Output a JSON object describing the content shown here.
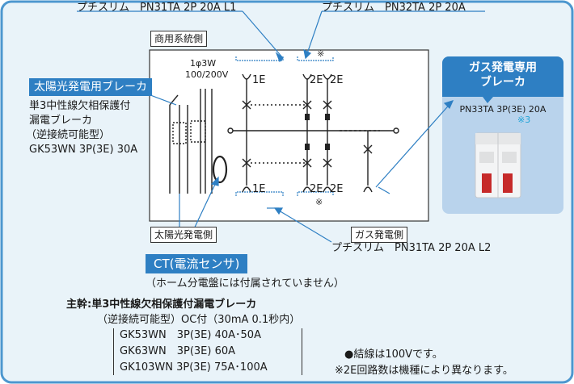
{
  "top": {
    "label_left": "プチスリム　PN31TA 2P 20A L1",
    "label_right": "プチスリム　PN32TA 2P 20A"
  },
  "panel": {
    "grid_side": "商用系統側",
    "supply_line1": "1φ3W",
    "supply_line2": "100/200V",
    "branch_1e_top": "1E",
    "branch_2e_top_a": "2E",
    "branch_2e_top_b": "2E",
    "branch_1e_bottom": "1E",
    "branch_2e_bottom_a": "2E",
    "branch_2e_bottom_b": "2E",
    "note_mark_top": "※",
    "note_mark_bottom": "※",
    "solar_side": "太陽光発電側",
    "gas_side": "ガス発電側"
  },
  "solar_breaker": {
    "title": "太陽光発電用ブレーカ",
    "desc_line1": "単3中性線欠相保護付",
    "desc_line2": "漏電ブレーカ",
    "desc_line3": "（逆接続可能型）",
    "desc_line4": "GK53WN 3P(3E) 30A"
  },
  "gas_breaker": {
    "title_line1": "ガス発電専用",
    "title_line2": "ブレーカ",
    "model": "PN33TA 3P(3E) 20A",
    "note": "※3"
  },
  "bottom_right_label": "プチスリム　PN31TA 2P 20A L2",
  "ct": {
    "title": "CT(電流センサ)",
    "note": "（ホーム分電盤には付属されていません）"
  },
  "main": {
    "title": "主幹:単3中性線欠相保護付漏電ブレーカ",
    "subtitle": "（逆接続可能型）OC付（30mA 0.1秒内）",
    "models": [
      "GK53WN　3P(3E) 40A･50A",
      "GK63WN　3P(3E) 60A",
      "GK103WN 3P(3E) 75A･100A"
    ]
  },
  "notes": {
    "line1": "●結線は100Vです。",
    "line2": "※2E回路数は機種により異なります。"
  },
  "colors": {
    "background": "#e9f3f9",
    "border": "#4d97cf",
    "panel_bg": "#ffffff",
    "accent_blue": "#2e7fc3",
    "gas_card": "#b9d3ec",
    "note_cyan": "#1fa3d8"
  }
}
